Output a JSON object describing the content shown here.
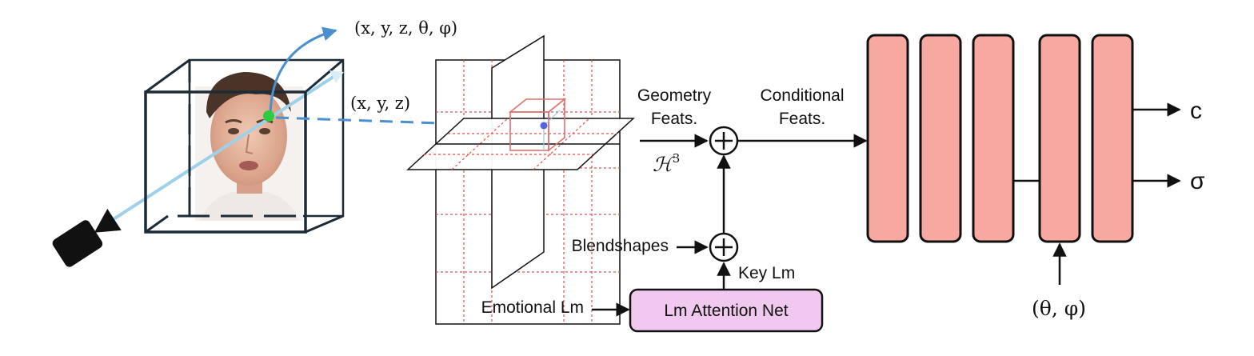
{
  "labels": {
    "camera_ray_coords_full": "(x, y, z, θ, φ)",
    "point_coords": "(x, y, z)",
    "geometry_feats_line1": "Geometry",
    "geometry_feats_line2": "Feats.",
    "hash_symbol": "ℋ",
    "hash_exp": "3",
    "conditional_feats_line1": "Conditional",
    "conditional_feats_line2": "Feats.",
    "blendshapes": "Blendshapes",
    "key_lm": "Key Lm",
    "emotional_lm": "Emotional Lm",
    "lm_attention_net": "Lm Attention Net",
    "output_color": "c",
    "output_density": "σ",
    "view_dir": "(θ, φ)"
  },
  "colors": {
    "mlp_fill": "#f7a8a0",
    "attention_fill": "#f2c9ee",
    "ray_blue": "#4a8fd0",
    "ray_light": "#9fd0ea",
    "grid_red": "#e05050",
    "point_green": "#2ecc40"
  },
  "icons": [
    "camera-icon",
    "face-image",
    "plus-icon"
  ]
}
